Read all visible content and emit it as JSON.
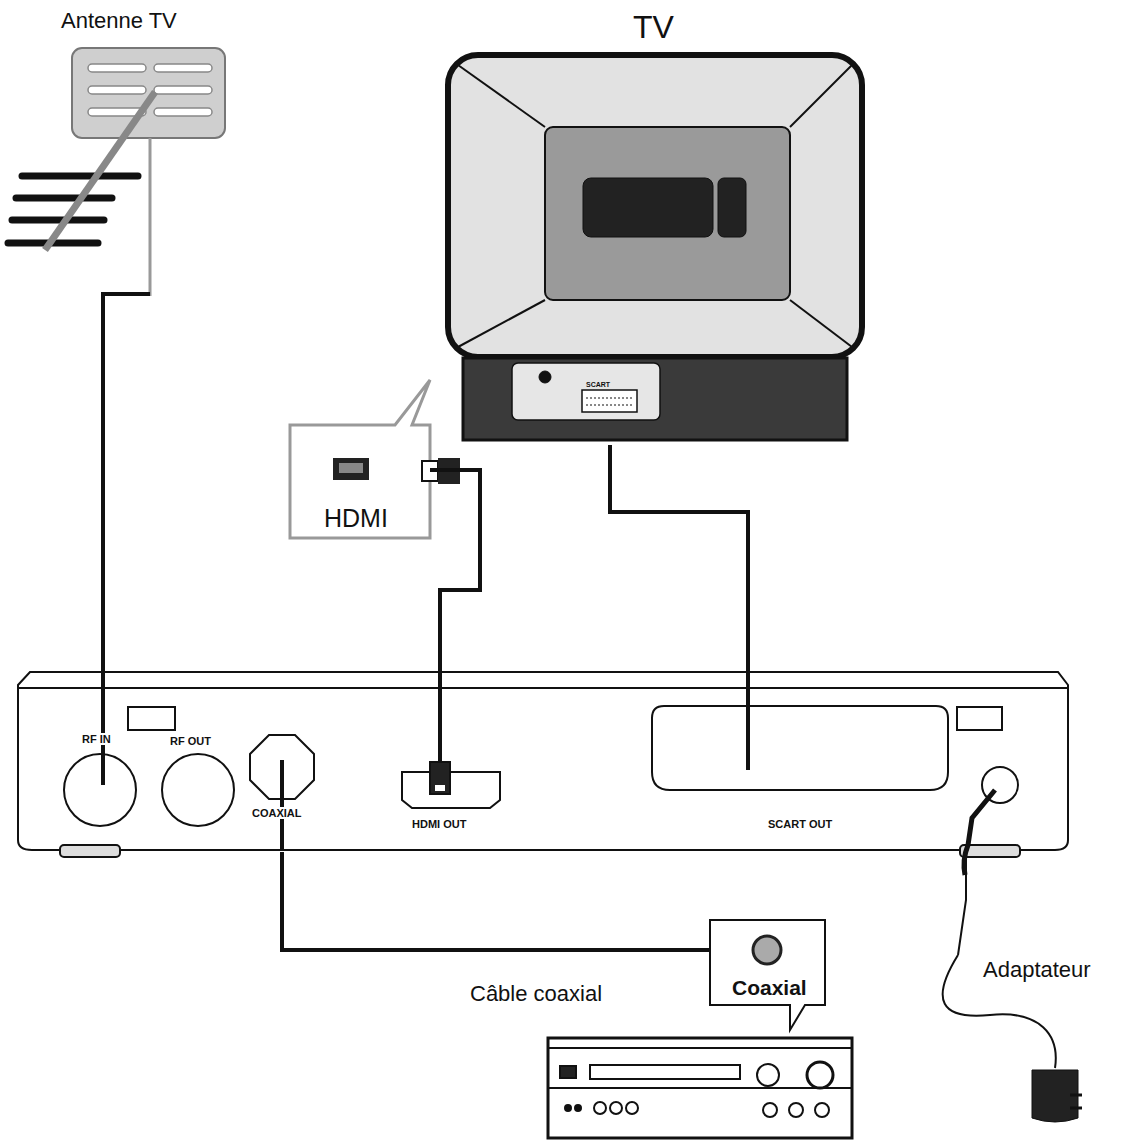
{
  "diagram": {
    "nodes": [
      {
        "text": [
          "Antenne TV"
        ]
      },
      {
        "text": [
          "TV"
        ]
      },
      {
        "text": [
          "HDMI"
        ]
      },
      {
        "text": [
          "RF IN",
          "RF OUT",
          "COAXIAL",
          "HDMI OUT",
          "SCART OUT"
        ]
      },
      {
        "text": [
          "Coaxial"
        ]
      },
      {
        "text": [
          "Adaptateur"
        ]
      }
    ],
    "edges": [
      {
        "from": 3,
        "to": 0,
        "arrow": "none"
      },
      {
        "from": 3,
        "to": 1,
        "arrow": "none"
      },
      {
        "from": 3,
        "to": 2,
        "arrow": "none"
      },
      {
        "from": 3,
        "to": 4,
        "label": "Câble coaxial",
        "arrow": "none"
      },
      {
        "from": 3,
        "to": 5,
        "arrow": "none"
      }
    ],
    "labels": [
      "SCART"
    ]
  }
}
